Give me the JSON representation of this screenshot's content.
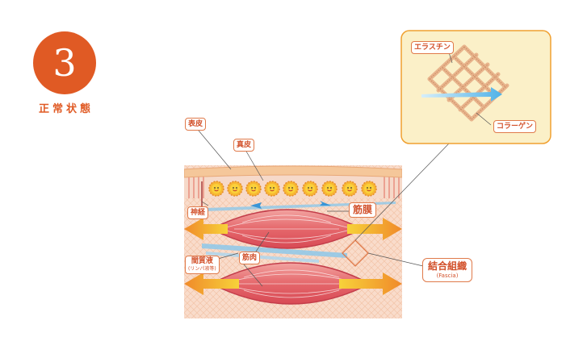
{
  "step": {
    "number": "3",
    "title": "正常状態"
  },
  "labels": {
    "epidermis": "表皮",
    "dermis": "真皮",
    "nerve": "神経",
    "fascia_membrane": "筋膜",
    "muscle": "筋肉",
    "interstitial_fluid": "間質液",
    "interstitial_fluid_note": "(リンパ液等)",
    "connective_tissue": "結合組織",
    "connective_tissue_note": "(Fascia)",
    "elastin": "エラスチン",
    "collagen": "コラーゲン"
  },
  "colors": {
    "accent": "#e05a24",
    "label_border": "#e07a4a",
    "label_text": "#d2502a",
    "skin_band": "#f5c79a",
    "tissue_bg": "#f9dccb",
    "muscle": "#e5676b",
    "fluid": "#8dc8ea",
    "arrow_orange": "#f08a2a",
    "arrow_yellow": "#f7d23a",
    "inset_bg": "#fbf0c8",
    "inset_border": "#f0a030"
  }
}
